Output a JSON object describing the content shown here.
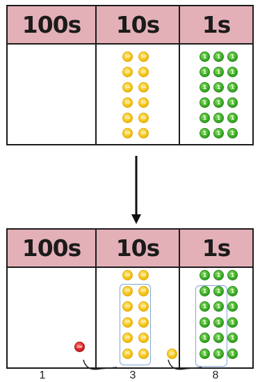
{
  "top_chart": {
    "headers": [
      "100s",
      "10s",
      "1s"
    ],
    "coins": {
      "hundreds": 0,
      "tens": 12,
      "ones": 18
    }
  },
  "bottom_chart": {
    "headers": [
      "100s",
      "10s",
      "1s"
    ],
    "coins": {
      "hundreds": 1,
      "tens": 12,
      "ones": 18,
      "carried_ten": 1
    }
  },
  "coin_labels": {
    "hundred": "100",
    "ten": "10",
    "one": "1"
  },
  "result_digits": [
    "1",
    "3",
    "8"
  ],
  "colors": {
    "header": "#e4b0b8",
    "ten_coin": "#f5c518",
    "one_coin": "#3fae2a",
    "hundred_coin": "#d12020",
    "group_box": "#7ea8d8"
  },
  "icons": {
    "arrow": "down-arrow-icon"
  }
}
